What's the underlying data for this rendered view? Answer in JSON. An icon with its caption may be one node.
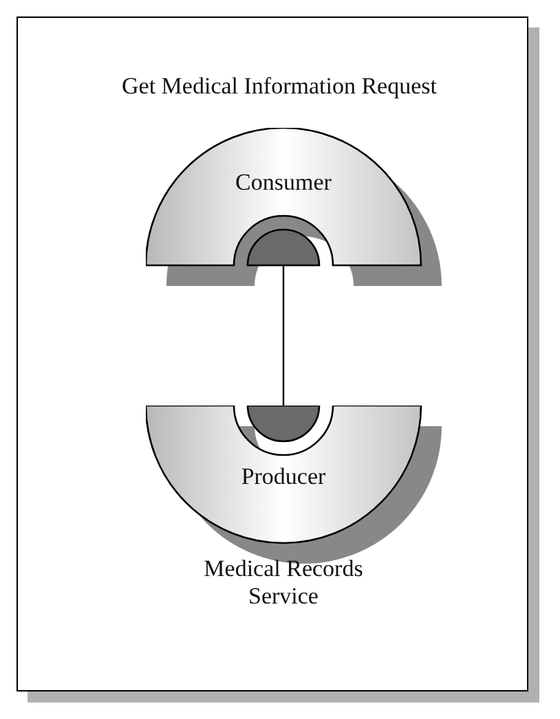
{
  "diagram": {
    "title": "Get Medical Information Request",
    "nodes": [
      {
        "text": [
          "Consumer"
        ]
      },
      {
        "text": [
          "Producer"
        ],
        "beside": [
          "Medical Records Service"
        ]
      }
    ],
    "edges": [
      {
        "from": 0,
        "to": 1,
        "arrow": "none"
      }
    ]
  }
}
